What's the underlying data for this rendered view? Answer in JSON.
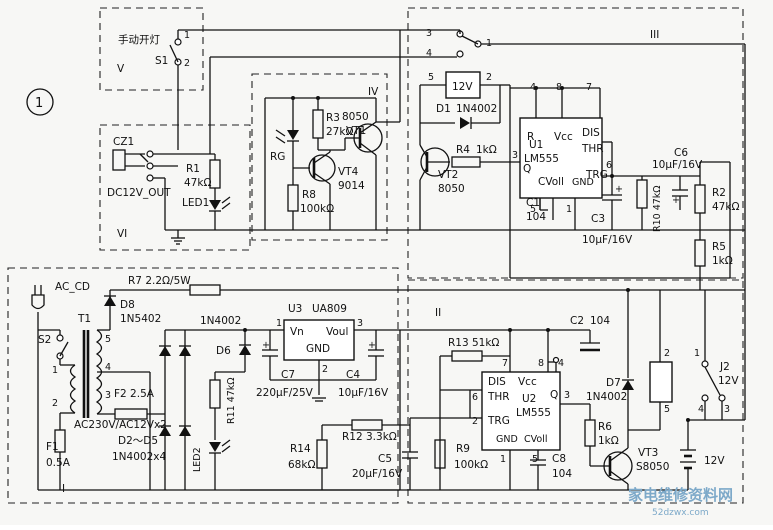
{
  "figure": {
    "number": "1"
  },
  "sections": {
    "I": "I",
    "II": "II",
    "III": "III",
    "IV": "IV",
    "V": "V",
    "VI": "VI"
  },
  "switch_s1": {
    "caption": "手动开灯",
    "ref": "S1",
    "pin_top": "1",
    "pin_bottom": "2"
  },
  "jack": {
    "ref": "CZ1",
    "label": "DC12V_OUT"
  },
  "r1": {
    "ref": "R1",
    "value": "47kΩ"
  },
  "led1": {
    "ref": "LED1"
  },
  "photo": {
    "ref": "RG"
  },
  "r3": {
    "ref": "R3",
    "value": "27kΩ"
  },
  "r8": {
    "ref": "R8",
    "value": "100kΩ"
  },
  "vt1": {
    "type": "8050",
    "ref": "VT1"
  },
  "vt4": {
    "ref": "VT4",
    "type": "9014"
  },
  "relay_top": {
    "volt": "12V",
    "pins": [
      "3",
      "4",
      "1",
      "5",
      "2"
    ]
  },
  "d1": {
    "ref": "D1",
    "type": "1N4002"
  },
  "r4": {
    "ref": "R4",
    "value": "1kΩ"
  },
  "vt2": {
    "ref": "VT2",
    "type": "8050"
  },
  "u1": {
    "line1": "U1",
    "line2": "LM555",
    "pins": {
      "R": "R",
      "Vcc": "Vcc",
      "DIS": "DIS",
      "THR": "THR",
      "Q": "Q",
      "TRG": "TRG",
      "GND": "GND",
      "CVoll": "CVoll"
    },
    "pin_numbers": [
      "4",
      "8",
      "7",
      "3",
      "6",
      "5",
      "1"
    ]
  },
  "c1": {
    "ref": "C1",
    "value": "104"
  },
  "c3": {
    "ref": "C3",
    "value": "10μF/16V"
  },
  "r10": {
    "label": "R10 47kΩ"
  },
  "c6": {
    "ref": "C6",
    "value": "10μF/16V"
  },
  "r2": {
    "ref": "R2",
    "value": "47kΩ"
  },
  "r5": {
    "ref": "R5",
    "value": "1kΩ"
  },
  "plug": {
    "label": "AC_CD"
  },
  "r7": {
    "label": "R7  2.2Ω/5W"
  },
  "d8": {
    "ref": "D8",
    "type": "1N5402"
  },
  "s2": {
    "ref": "S2"
  },
  "t1": {
    "ref": "T1",
    "pins": [
      "5",
      "4",
      "1",
      "2",
      "3"
    ]
  },
  "f2": {
    "label": "F2  2.5A"
  },
  "transformer_rating": {
    "text": "AC230V/AC12Vx2"
  },
  "f1": {
    "ref": "F1",
    "value": "0.5A"
  },
  "bridge": {
    "ref": "D2～D5",
    "type": "1N4002x4"
  },
  "d6": {
    "type": "1N4002",
    "ref": "D6"
  },
  "r11": {
    "label": "R11 47kΩ"
  },
  "led2": {
    "ref": "LED2"
  },
  "u3": {
    "ref": "U3",
    "type": "UA809",
    "vin": "Vn",
    "vout": "Voul",
    "gnd": "GND",
    "pins": [
      "1",
      "3",
      "2"
    ]
  },
  "c7": {
    "ref": "C7",
    "value": "220μF/25V"
  },
  "c4": {
    "ref": "C4",
    "value": "10μF/16V"
  },
  "r13": {
    "label": "R13  51kΩ"
  },
  "c2": {
    "ref": "C2",
    "value": "104"
  },
  "u2": {
    "line1": "U2",
    "line2": "LM555",
    "pins": {
      "DIS": "DIS",
      "Vcc": "Vcc",
      "THR": "THR",
      "Q": "Q",
      "TRG": "TRG",
      "GND": "GND",
      "CVoll": "CVoll"
    },
    "pin_numbers": [
      "7",
      "8",
      "4",
      "6",
      "3",
      "2",
      "1",
      "5"
    ]
  },
  "r12": {
    "label": "R12  3.3kΩ"
  },
  "r14": {
    "ref": "R14",
    "value": "68kΩ"
  },
  "c5": {
    "ref": "C5",
    "value": "20μF/16V"
  },
  "r9": {
    "ref": "R9",
    "value": "100kΩ"
  },
  "c8": {
    "ref": "C8",
    "value": "104"
  },
  "r6": {
    "ref": "R6",
    "value": "1kΩ"
  },
  "d7": {
    "ref": "D7",
    "type": "1N4002"
  },
  "vt3": {
    "ref": "VT3",
    "type": "S8050"
  },
  "j2": {
    "ref": "J2",
    "volt": "12V",
    "pins": [
      "1",
      "2",
      "5",
      "4",
      "3"
    ]
  },
  "battery": {
    "value": "12V"
  },
  "watermark": {
    "text": "家电维修资料网",
    "url": "52dzwx.com"
  }
}
